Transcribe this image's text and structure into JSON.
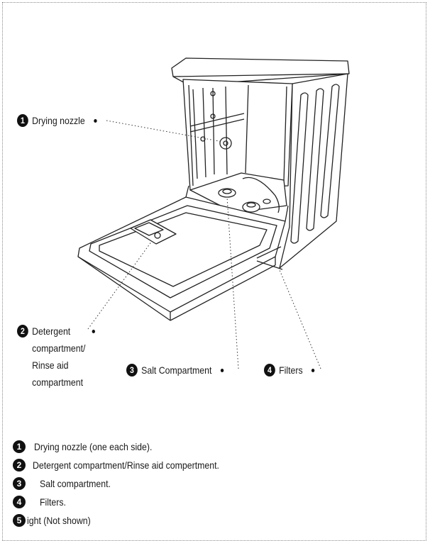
{
  "callouts": {
    "c1": {
      "number": "1",
      "text": "Drying nozzle"
    },
    "c2": {
      "number": "2",
      "lines": [
        "Detergent",
        "compartment/",
        "Rinse aid",
        "compartment"
      ]
    },
    "c3": {
      "number": "3",
      "text": "Salt Compartment"
    },
    "c4": {
      "number": "4",
      "text": "Filters"
    }
  },
  "legend": [
    {
      "number": "1",
      "text": "Drying nozzle (one each side)."
    },
    {
      "number": "2",
      "text": "Detergent compartment/Rinse aid compertment."
    },
    {
      "number": "3",
      "text": "Salt  compartment."
    },
    {
      "number": "4",
      "text": "Filters."
    },
    {
      "number": "5",
      "text": "ight (Not shown)"
    }
  ]
}
